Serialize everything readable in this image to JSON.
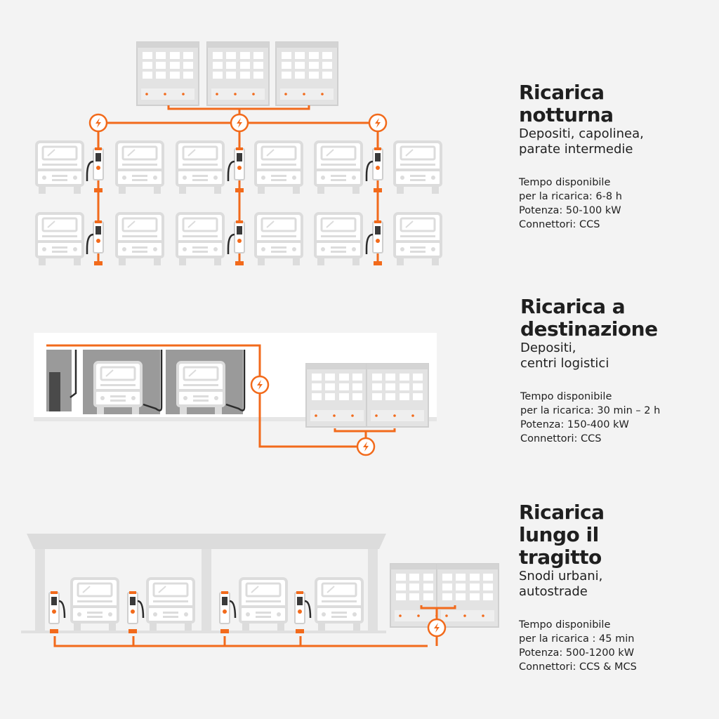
{
  "sections": [
    {
      "title_line1": "Ricarica",
      "title_line2": "notturna",
      "title_line3": "",
      "subtitle_line1": "Depositi, capolinea,",
      "subtitle_line2": "parate intermedie",
      "time_label": "Tempo disponibile",
      "time_value": "per la ricarica: 6-8 h",
      "power": "Potenza: 50-100  kW",
      "connectors": "Connettori: CCS"
    },
    {
      "title_line1": "Ricarica a",
      "title_line2": "destinazione",
      "title_line3": "",
      "subtitle_line1": "Depositi,",
      "subtitle_line2": "centri logistici",
      "time_label": "Tempo disponibile",
      "time_value": "per la ricarica: 30 min – 2 h",
      "power": "Potenza: 150-400  kW",
      "connectors": "Connettori: CCS"
    },
    {
      "title_line1": "Ricarica",
      "title_line2": "lungo il",
      "title_line3": "tragitto",
      "subtitle_line1": "Snodi urbani,",
      "subtitle_line2": "autostrade",
      "time_label": "Tempo disponibile",
      "time_value": "per la ricarica : 45 min",
      "power": "Potenza: 500-1200  kW",
      "connectors": "Connettori: CCS & MCS"
    }
  ],
  "colors": {
    "accent": "#f26a1b",
    "background": "#f3f3f3",
    "truck_outline": "#dcdcdc",
    "cabinet": "#e3e3e3",
    "text": "#1f1f1f"
  }
}
